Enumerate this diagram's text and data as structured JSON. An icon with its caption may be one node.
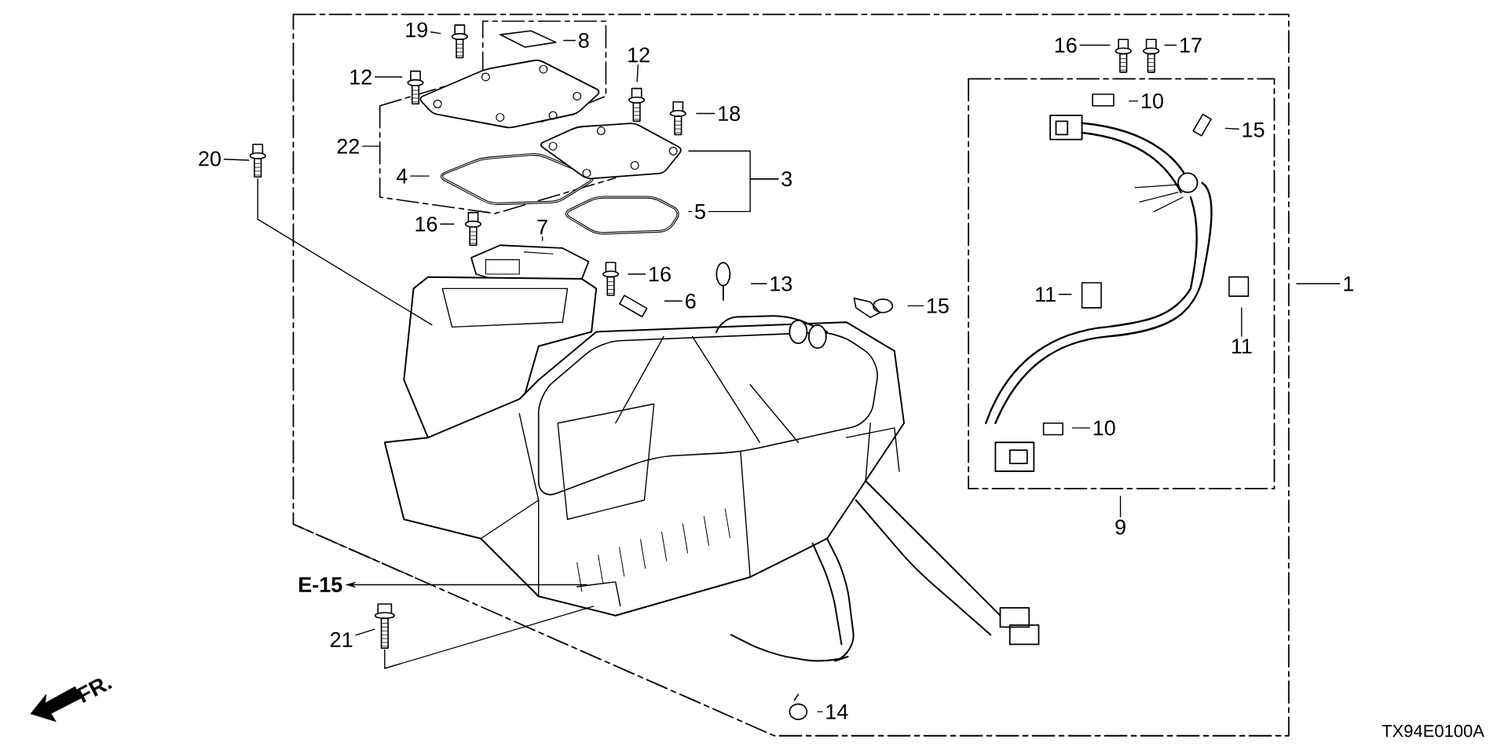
{
  "diagram": {
    "nodes": [
      {
        "text": [
          "19"
        ]
      },
      {
        "text": [
          "12"
        ]
      },
      {
        "text": [
          "8"
        ]
      },
      {
        "text": [
          "12"
        ]
      },
      {
        "text": [
          "18"
        ]
      },
      {
        "text": [
          "22"
        ]
      },
      {
        "text": [
          "4"
        ]
      },
      {
        "text": [
          "3"
        ]
      },
      {
        "text": [
          "5"
        ]
      },
      {
        "text": [
          "20"
        ]
      },
      {
        "text": [
          "16"
        ]
      },
      {
        "text": [
          "7"
        ]
      },
      {
        "text": [
          "16"
        ]
      },
      {
        "text": [
          "6"
        ]
      },
      {
        "text": [
          "13"
        ]
      },
      {
        "text": [
          "15"
        ]
      },
      {
        "text": [
          "16"
        ]
      },
      {
        "text": [
          "17"
        ]
      },
      {
        "text": [
          "10"
        ]
      },
      {
        "text": [
          "15"
        ]
      },
      {
        "text": [
          "11"
        ]
      },
      {
        "text": [
          "11"
        ]
      },
      {
        "text": [
          "10"
        ]
      },
      {
        "text": [
          "1"
        ]
      },
      {
        "text": [
          "9"
        ]
      },
      {
        "text": [
          "E-15"
        ]
      },
      {
        "text": [
          "14"
        ]
      },
      {
        "text": [
          "21"
        ]
      },
      {
        "text": [],
        "shape": "picture"
      },
      {
        "text": [],
        "shape": "picture"
      }
    ],
    "edges": [
      {
        "from": 0,
        "to": null,
        "arrow": "none"
      },
      {
        "from": 1,
        "to": null,
        "arrow": "none"
      },
      {
        "from": 2,
        "to": null,
        "arrow": "none"
      },
      {
        "from": 3,
        "to": null,
        "arrow": "none"
      },
      {
        "from": 4,
        "to": null,
        "arrow": "none"
      },
      {
        "from": 5,
        "to": null,
        "arrow": "none"
      },
      {
        "from": 6,
        "to": null,
        "arrow": "none"
      },
      {
        "from": 7,
        "to": null,
        "arrow": "none"
      },
      {
        "from": 7,
        "to": 8,
        "arrow": "none"
      },
      {
        "from": 8,
        "to": null,
        "arrow": "none"
      },
      {
        "from": 9,
        "to": 29,
        "arrow": "none"
      },
      {
        "from": 10,
        "to": null,
        "arrow": "none"
      },
      {
        "from": 11,
        "to": null,
        "arrow": "none"
      },
      {
        "from": 12,
        "to": null,
        "arrow": "none"
      },
      {
        "from": 13,
        "to": null,
        "arrow": "none"
      },
      {
        "from": 14,
        "to": null,
        "arrow": "none"
      },
      {
        "from": 15,
        "to": null,
        "arrow": "none"
      },
      {
        "from": 16,
        "to": null,
        "arrow": "none"
      },
      {
        "from": 17,
        "to": null,
        "arrow": "none"
      },
      {
        "from": 18,
        "to": null,
        "arrow": "none"
      },
      {
        "from": 19,
        "to": null,
        "arrow": "none"
      },
      {
        "from": 20,
        "to": null,
        "arrow": "none"
      },
      {
        "from": 21,
        "to": null,
        "arrow": "none"
      },
      {
        "from": 22,
        "to": null,
        "arrow": "none"
      },
      {
        "from": 23,
        "to": null,
        "arrow": "none"
      },
      {
        "from": 24,
        "to": null,
        "arrow": "none"
      },
      {
        "from": null,
        "to": 25,
        "arrow": "to"
      },
      {
        "from": 26,
        "to": null,
        "arrow": "none"
      },
      {
        "from": 27,
        "to": 28,
        "arrow": "none"
      },
      {
        "from": 28,
        "to": null,
        "arrow": "none"
      },
      {
        "from": 29,
        "to": null,
        "arrow": "none"
      }
    ],
    "labels": [
      "FR.",
      "TX94E0100A"
    ]
  }
}
